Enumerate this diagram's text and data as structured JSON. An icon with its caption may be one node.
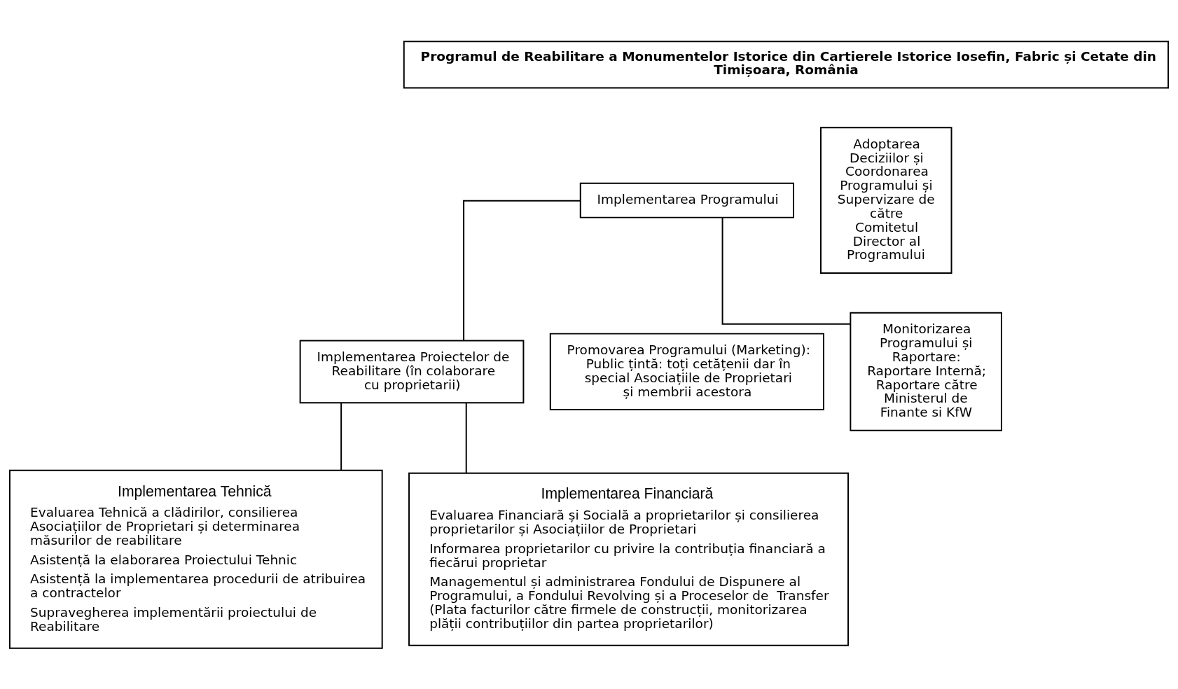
{
  "diagram": {
    "nodes": [
      {
        "text": [
          "Programul de Reabilitare a Monumentelor Istorice din Cartierele Istorice Iosefin, Fabric și Cetate din Timișoara, România"
        ]
      },
      {
        "text": [
          "Implementarea Programului"
        ]
      },
      {
        "text": [
          "Implementarea Proiectelor de Reabilitare (în colaborare cu proprietarii)"
        ]
      },
      {
        "text": [
          "Promovarea Programului (Marketing): Public țintă: toți cetățenii dar în special Asociațiile de Proprietari și membrii acestora"
        ]
      },
      {
        "text": [
          "Monitorizarea Programului și Raportare: Raportare Internă; Raportare către Ministerul de Finante si KfW"
        ]
      },
      {
        "text": [
          "Implementarea Tehnică",
          "Evaluarea Tehnică a clădirilor, consilierea Asociațiilor de Proprietari și determinarea măsurilor de reabilitare",
          "Asistență la elaborarea Proiectului Tehnic",
          "Asistență la implementarea procedurii de atribuirea a contractelor",
          "Supravegherea implementării proiectului de Reabilitare"
        ]
      },
      {
        "text": [
          "Implementarea Financiară",
          "Evaluarea Financiară și Socială a proprietarilor și consilierea proprietarilor și Asociațiilor de Proprietari",
          "Informarea proprietarilor cu privire la contribuția financiară a fiecărui proprietar",
          "Managementul și administrarea Fondului de Dispunere al Programului, a Fondului Revolving și a Proceselor de  Transfer (Plata facturilor către firmele de construcții, monitorizarea plății contribuțiilor din partea proprietarilor)"
        ]
      },
      {
        "text": [
          "Adoptarea Deciziilor și Coordonarea Programului și Supervizare de către Comitetul Director al Programului"
        ]
      }
    ],
    "edges": [
      {
        "from": 1,
        "to": 2,
        "arrow": "none"
      },
      {
        "from": 1,
        "to": 4,
        "arrow": "none"
      },
      {
        "from": 2,
        "to": 5,
        "arrow": "none"
      },
      {
        "from": 2,
        "to": 6,
        "arrow": "none"
      }
    ]
  }
}
